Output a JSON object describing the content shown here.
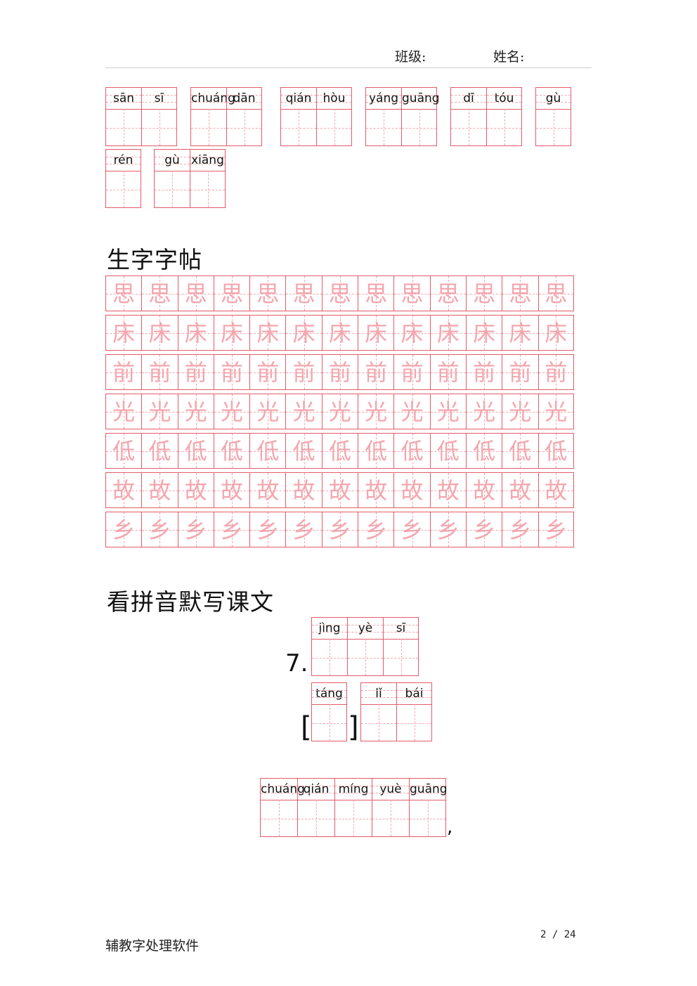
{
  "header": {
    "class_label": "班级:",
    "name_label": "姓名:"
  },
  "words_top": [
    [
      "sān",
      "sī"
    ],
    [
      "chuáng",
      "dān"
    ],
    [
      "qián",
      "hòu"
    ],
    [
      "yáng",
      "guāng"
    ],
    [
      "dī",
      "tóu"
    ],
    [
      "gù"
    ],
    [
      "rén"
    ],
    [
      "gù",
      "xiāng"
    ]
  ],
  "section1_title": "生字字帖",
  "practice_chars": [
    "思",
    "床",
    "前",
    "光",
    "低",
    "故",
    "乡"
  ],
  "section2_title": "看拼音默写课文",
  "poem": {
    "number": "7.",
    "title_pinyin": [
      "jìng",
      "yè",
      "sī"
    ],
    "dynasty_pinyin": [
      "táng"
    ],
    "author_pinyin": [
      "lǐ",
      "bái"
    ],
    "bracket_open": "[",
    "bracket_close": "]",
    "line1_pinyin": [
      "chuáng",
      "qián",
      "míng",
      "yuè",
      "guāng"
    ],
    "line1_punct": ","
  },
  "footer": {
    "software": "辅教字处理软件",
    "page": "2 / 24"
  }
}
